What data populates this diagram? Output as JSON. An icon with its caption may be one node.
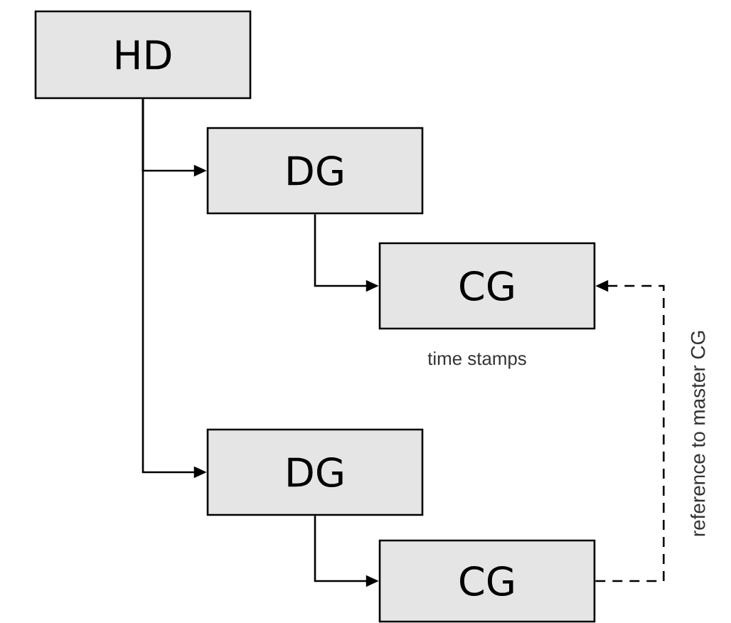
{
  "diagram": {
    "nodes": [
      {
        "text": [
          "HD"
        ]
      },
      {
        "text": [
          "DG"
        ]
      },
      {
        "text": [
          "CG"
        ],
        "beside": [
          "time stamps"
        ]
      },
      {
        "text": [
          "DG"
        ]
      },
      {
        "text": [
          "CG"
        ]
      }
    ],
    "edges": [
      {
        "from": 0,
        "to": 1,
        "arrow": "to"
      },
      {
        "from": 0,
        "to": 3,
        "arrow": "to"
      },
      {
        "from": 1,
        "to": 2,
        "arrow": "to"
      },
      {
        "from": 3,
        "to": 4,
        "arrow": "to"
      },
      {
        "from": 4,
        "to": 2,
        "arrow": "to",
        "style": "dashed",
        "label": "reference to master CG"
      }
    ]
  }
}
